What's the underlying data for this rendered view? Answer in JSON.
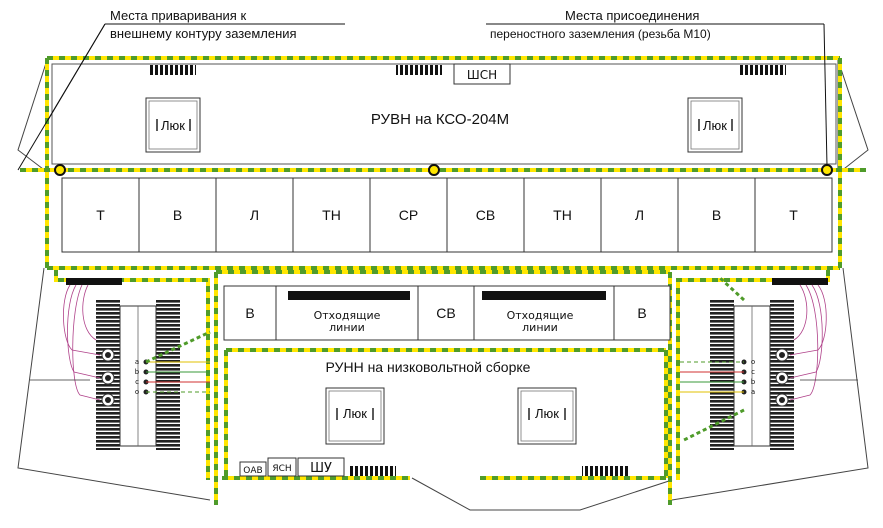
{
  "callouts": {
    "welding_line1": "Места приваривания к",
    "welding_line2": "внешнему контуру заземления",
    "portable_line1": "Места присоединения",
    "portable_line2": "переностного заземления (резьба М10)"
  },
  "hv_switchgear": {
    "title": "РУВН на КСО-204М",
    "shsn_label": "ШСН",
    "hatch_left": "Люк",
    "hatch_right": "Люк",
    "cells": [
      "Т",
      "В",
      "Л",
      "ТН",
      "СР",
      "СВ",
      "ТН",
      "Л",
      "В",
      "Т"
    ]
  },
  "lv_switchgear": {
    "title": "РУНН на низковольтной сборке",
    "cells": [
      {
        "label": "В"
      },
      {
        "label": "Отходящие линии"
      },
      {
        "label": "СВ"
      },
      {
        "label": "Отходящие линии"
      },
      {
        "label": "В"
      }
    ],
    "hatch_left": "Люк",
    "hatch_right": "Люк",
    "oav_label": "ОАВ",
    "yasn_label": "ЯСН",
    "shu_label": "ШУ"
  },
  "transformer_left": {
    "terminals": [
      "a",
      "b",
      "c",
      "o"
    ]
  },
  "transformer_right": {
    "terminals": [
      "o",
      "c",
      "b",
      "a"
    ]
  },
  "colors": {
    "ground_yellow": "#ffe600",
    "ground_green": "#4f9b2a",
    "line": "#333333",
    "vent": "#111111",
    "wire_purple": "#b0428a"
  }
}
